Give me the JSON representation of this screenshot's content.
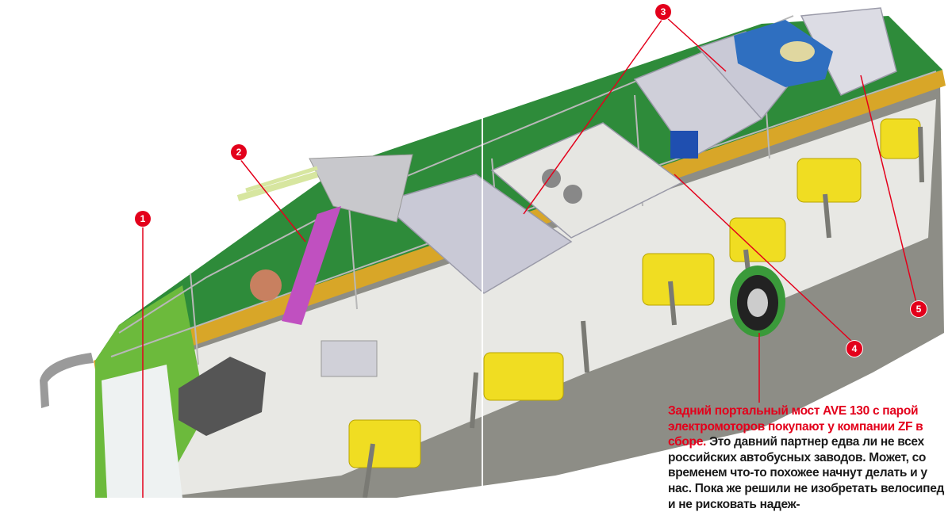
{
  "callouts": [
    {
      "number": "1"
    },
    {
      "number": "2"
    },
    {
      "number": "3"
    },
    {
      "number": "4"
    },
    {
      "number": "5"
    }
  ],
  "caption": {
    "headline": "Задний портальный мост AVE 130 с парой электромоторов покупают у компании ZF в сборе.",
    "body": "Это давний партнер едва ли не всех российских автобусных заводов. Может, со временем что-то похожее начнут делать и у нас. Пока же решили не изобретать велосипед и не рисковать надеж-"
  },
  "colors": {
    "accent": "#e3001b",
    "roof": "#2e8b3a",
    "stripe": "#d8a628",
    "body": "#8c8c84",
    "seats": "#f2e21a",
    "battery": "#c9c9d6",
    "ac_unit": "#2f6fc0"
  }
}
